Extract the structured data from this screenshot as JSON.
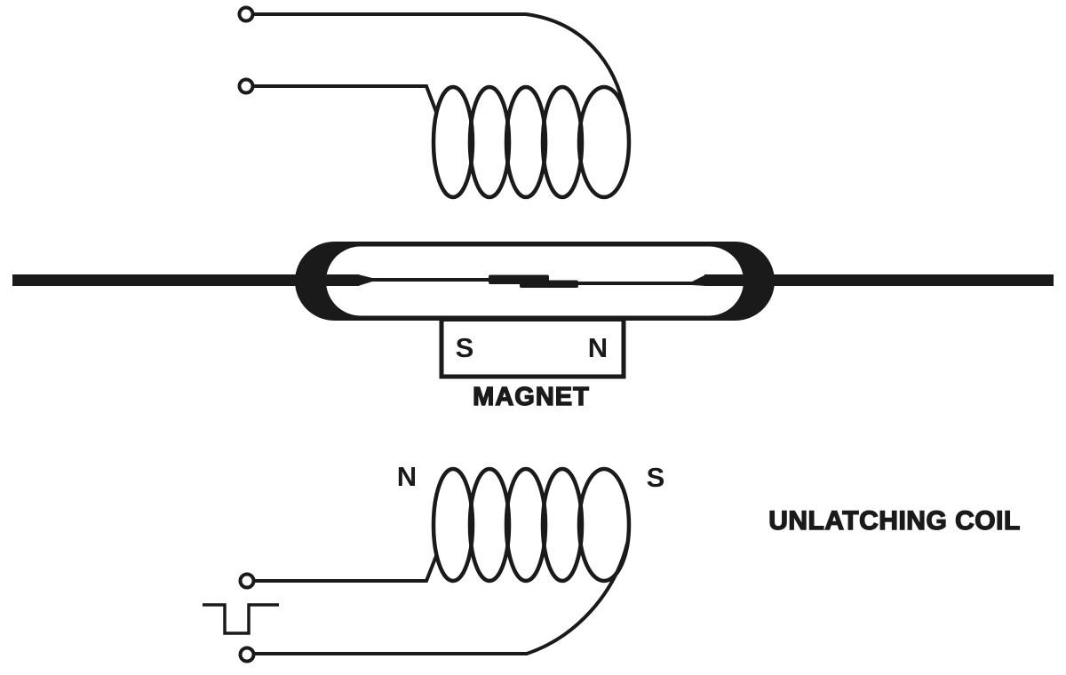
{
  "diagram": {
    "colors": {
      "ink": "#1a1a1a",
      "background": "#ffffff"
    },
    "magnet": {
      "left_pole": "S",
      "right_pole": "N",
      "caption": "MAGNET"
    },
    "unlatching_coil": {
      "left_pole": "N",
      "right_pole": "S",
      "caption": "UNLATCHING COIL"
    },
    "icons": {
      "terminal": "open-circle",
      "pulse": "negative-pulse-waveform",
      "coil": "five-turn-winding",
      "reed_switch": "glass-capsule-with-overlapping-reed-contacts"
    }
  }
}
